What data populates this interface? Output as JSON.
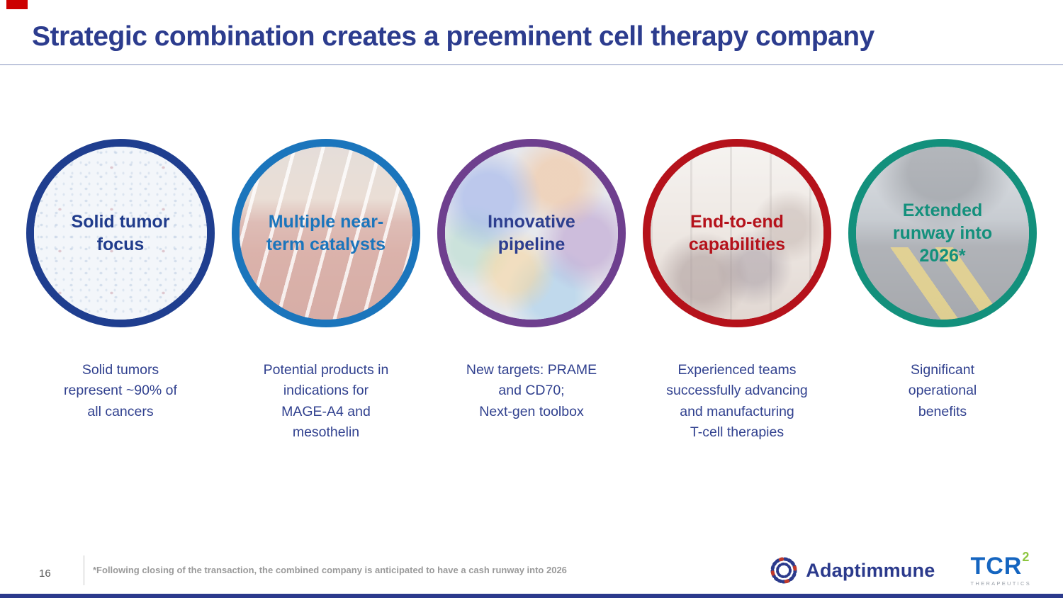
{
  "slide": {
    "title": "Strategic combination creates a preeminent cell therapy company",
    "page_number": "16",
    "footnote": "*Following closing of the transaction, the combined company is anticipated to have a cash runway into 2026",
    "accent_bar_color": "#2b3a8c",
    "corner_mark_color": "#cc0000",
    "title_color": "#2c3c8e",
    "body_text_color": "#31418f"
  },
  "pillars": [
    {
      "heading": "Solid tumor\nfocus",
      "description": "Solid tumors\nrepresent ~90% of\nall cancers",
      "color": "#1f3e8f",
      "heading_color": "#203c8c",
      "image": "tumor-tissue-microscopy"
    },
    {
      "heading": "Multiple near-\nterm catalysts",
      "description": "Potential products in\nindications for\nMAGE-A4 and\nmesothelin",
      "color": "#1b75bc",
      "heading_color": "#1b75bc",
      "image": "sprinters-on-track"
    },
    {
      "heading": "Innovative\npipeline",
      "description": "New targets: PRAME\nand CD70;\nNext-gen toolbox",
      "color": "#6e3f8e",
      "heading_color": "#2d3e8f",
      "image": "stained-cells"
    },
    {
      "heading": "End-to-end\ncapabilities",
      "description": "Experienced teams\nsuccessfully advancing\nand manufacturing\nT-cell therapies",
      "color": "#b5121b",
      "heading_color": "#b5121b",
      "image": "team-meeting"
    },
    {
      "heading": "Extended\nrunway into\n2026*",
      "description": "Significant\noperational\nbenefits",
      "color": "#13907c",
      "heading_color": "#13907c",
      "image": "airplane-on-runway"
    }
  ],
  "logos": {
    "adaptimmune": {
      "name": "Adaptimmune",
      "color": "#2b3a8c"
    },
    "tcr2": {
      "wordmark": "TCR",
      "superscript": "2",
      "subtext": "THERAPEUTICS",
      "wordmark_color": "#1565c0",
      "superscript_color": "#8dc63f"
    }
  }
}
